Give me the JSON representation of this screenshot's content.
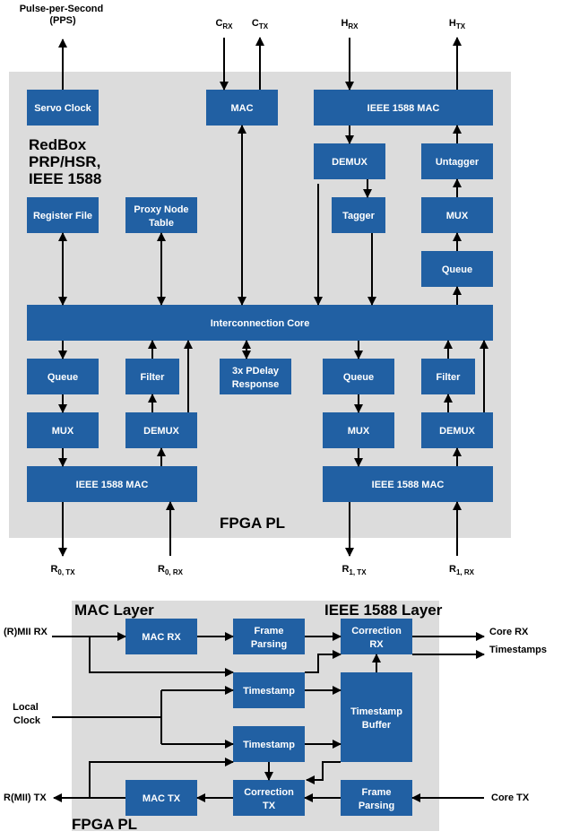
{
  "top": {
    "outputs": {
      "pps": [
        "Pulse-per-Second",
        "(PPS)"
      ],
      "c_rx": {
        "main": "C",
        "sub": "RX"
      },
      "c_tx": {
        "main": "C",
        "sub": "TX"
      },
      "h_rx": {
        "main": "H",
        "sub": "RX"
      },
      "h_tx": {
        "main": "H",
        "sub": "TX"
      }
    },
    "redbox_label": [
      "RedBox",
      "PRP/HSR,",
      "IEEE 1588"
    ],
    "fpga_label": "FPGA PL",
    "blocks": {
      "servo_clock": [
        "Servo Clock"
      ],
      "mac": [
        "MAC"
      ],
      "ieee_mac_top": [
        "IEEE 1588 MAC"
      ],
      "demux_top": [
        "DEMUX"
      ],
      "untagger": [
        "Untagger"
      ],
      "tagger": [
        "Tagger"
      ],
      "mux_top": [
        "MUX"
      ],
      "queue_top": [
        "Queue"
      ],
      "register_file": [
        "Register File"
      ],
      "proxy_node_table": [
        "Proxy Node",
        "Table"
      ],
      "interconnection_core": [
        "Interconnection Core"
      ],
      "queue_l": [
        "Queue"
      ],
      "filter_l": [
        "Filter"
      ],
      "pdelay": [
        "3x PDelay",
        "Response"
      ],
      "queue_r": [
        "Queue"
      ],
      "filter_r": [
        "Filter"
      ],
      "mux_l": [
        "MUX"
      ],
      "demux_l": [
        "DEMUX"
      ],
      "mux_r": [
        "MUX"
      ],
      "demux_r": [
        "DEMUX"
      ],
      "ieee_mac_l": [
        "IEEE 1588 MAC"
      ],
      "ieee_mac_r": [
        "IEEE 1588 MAC"
      ]
    },
    "ports": {
      "r0_tx": {
        "main": "R",
        "sub": "0, TX"
      },
      "r0_rx": {
        "main": "R",
        "sub": "0, RX"
      },
      "r1_tx": {
        "main": "R",
        "sub": "1, TX"
      },
      "r1_rx": {
        "main": "R",
        "sub": "1, RX"
      }
    }
  },
  "bottom": {
    "mac_layer_label": "MAC Layer",
    "ieee_layer_label": "IEEE 1588 Layer",
    "fpga_label": "FPGA PL",
    "blocks": {
      "mac_rx": [
        "MAC RX"
      ],
      "frame_parsing_top": [
        "Frame",
        "Parsing"
      ],
      "correction_rx": [
        "Correction",
        "RX"
      ],
      "timestamp_1": [
        "Timestamp"
      ],
      "timestamp_buffer": [
        "Timestamp",
        "Buffer"
      ],
      "timestamp_2": [
        "Timestamp"
      ],
      "mac_tx": [
        "MAC TX"
      ],
      "correction_tx": [
        "Correction",
        "TX"
      ],
      "frame_parsing_bottom": [
        "Frame",
        "Parsing"
      ]
    },
    "io": {
      "rmii_rx": "(R)MII RX",
      "local_clock": [
        "Local",
        "Clock"
      ],
      "rmii_tx": "R(MII) TX",
      "core_rx": "Core RX",
      "timestamps": "Timestamps",
      "core_tx": "Core TX"
    }
  },
  "colors": {
    "block": "#2160a3",
    "panel": "#dcdcdc",
    "ink": "#000000"
  }
}
